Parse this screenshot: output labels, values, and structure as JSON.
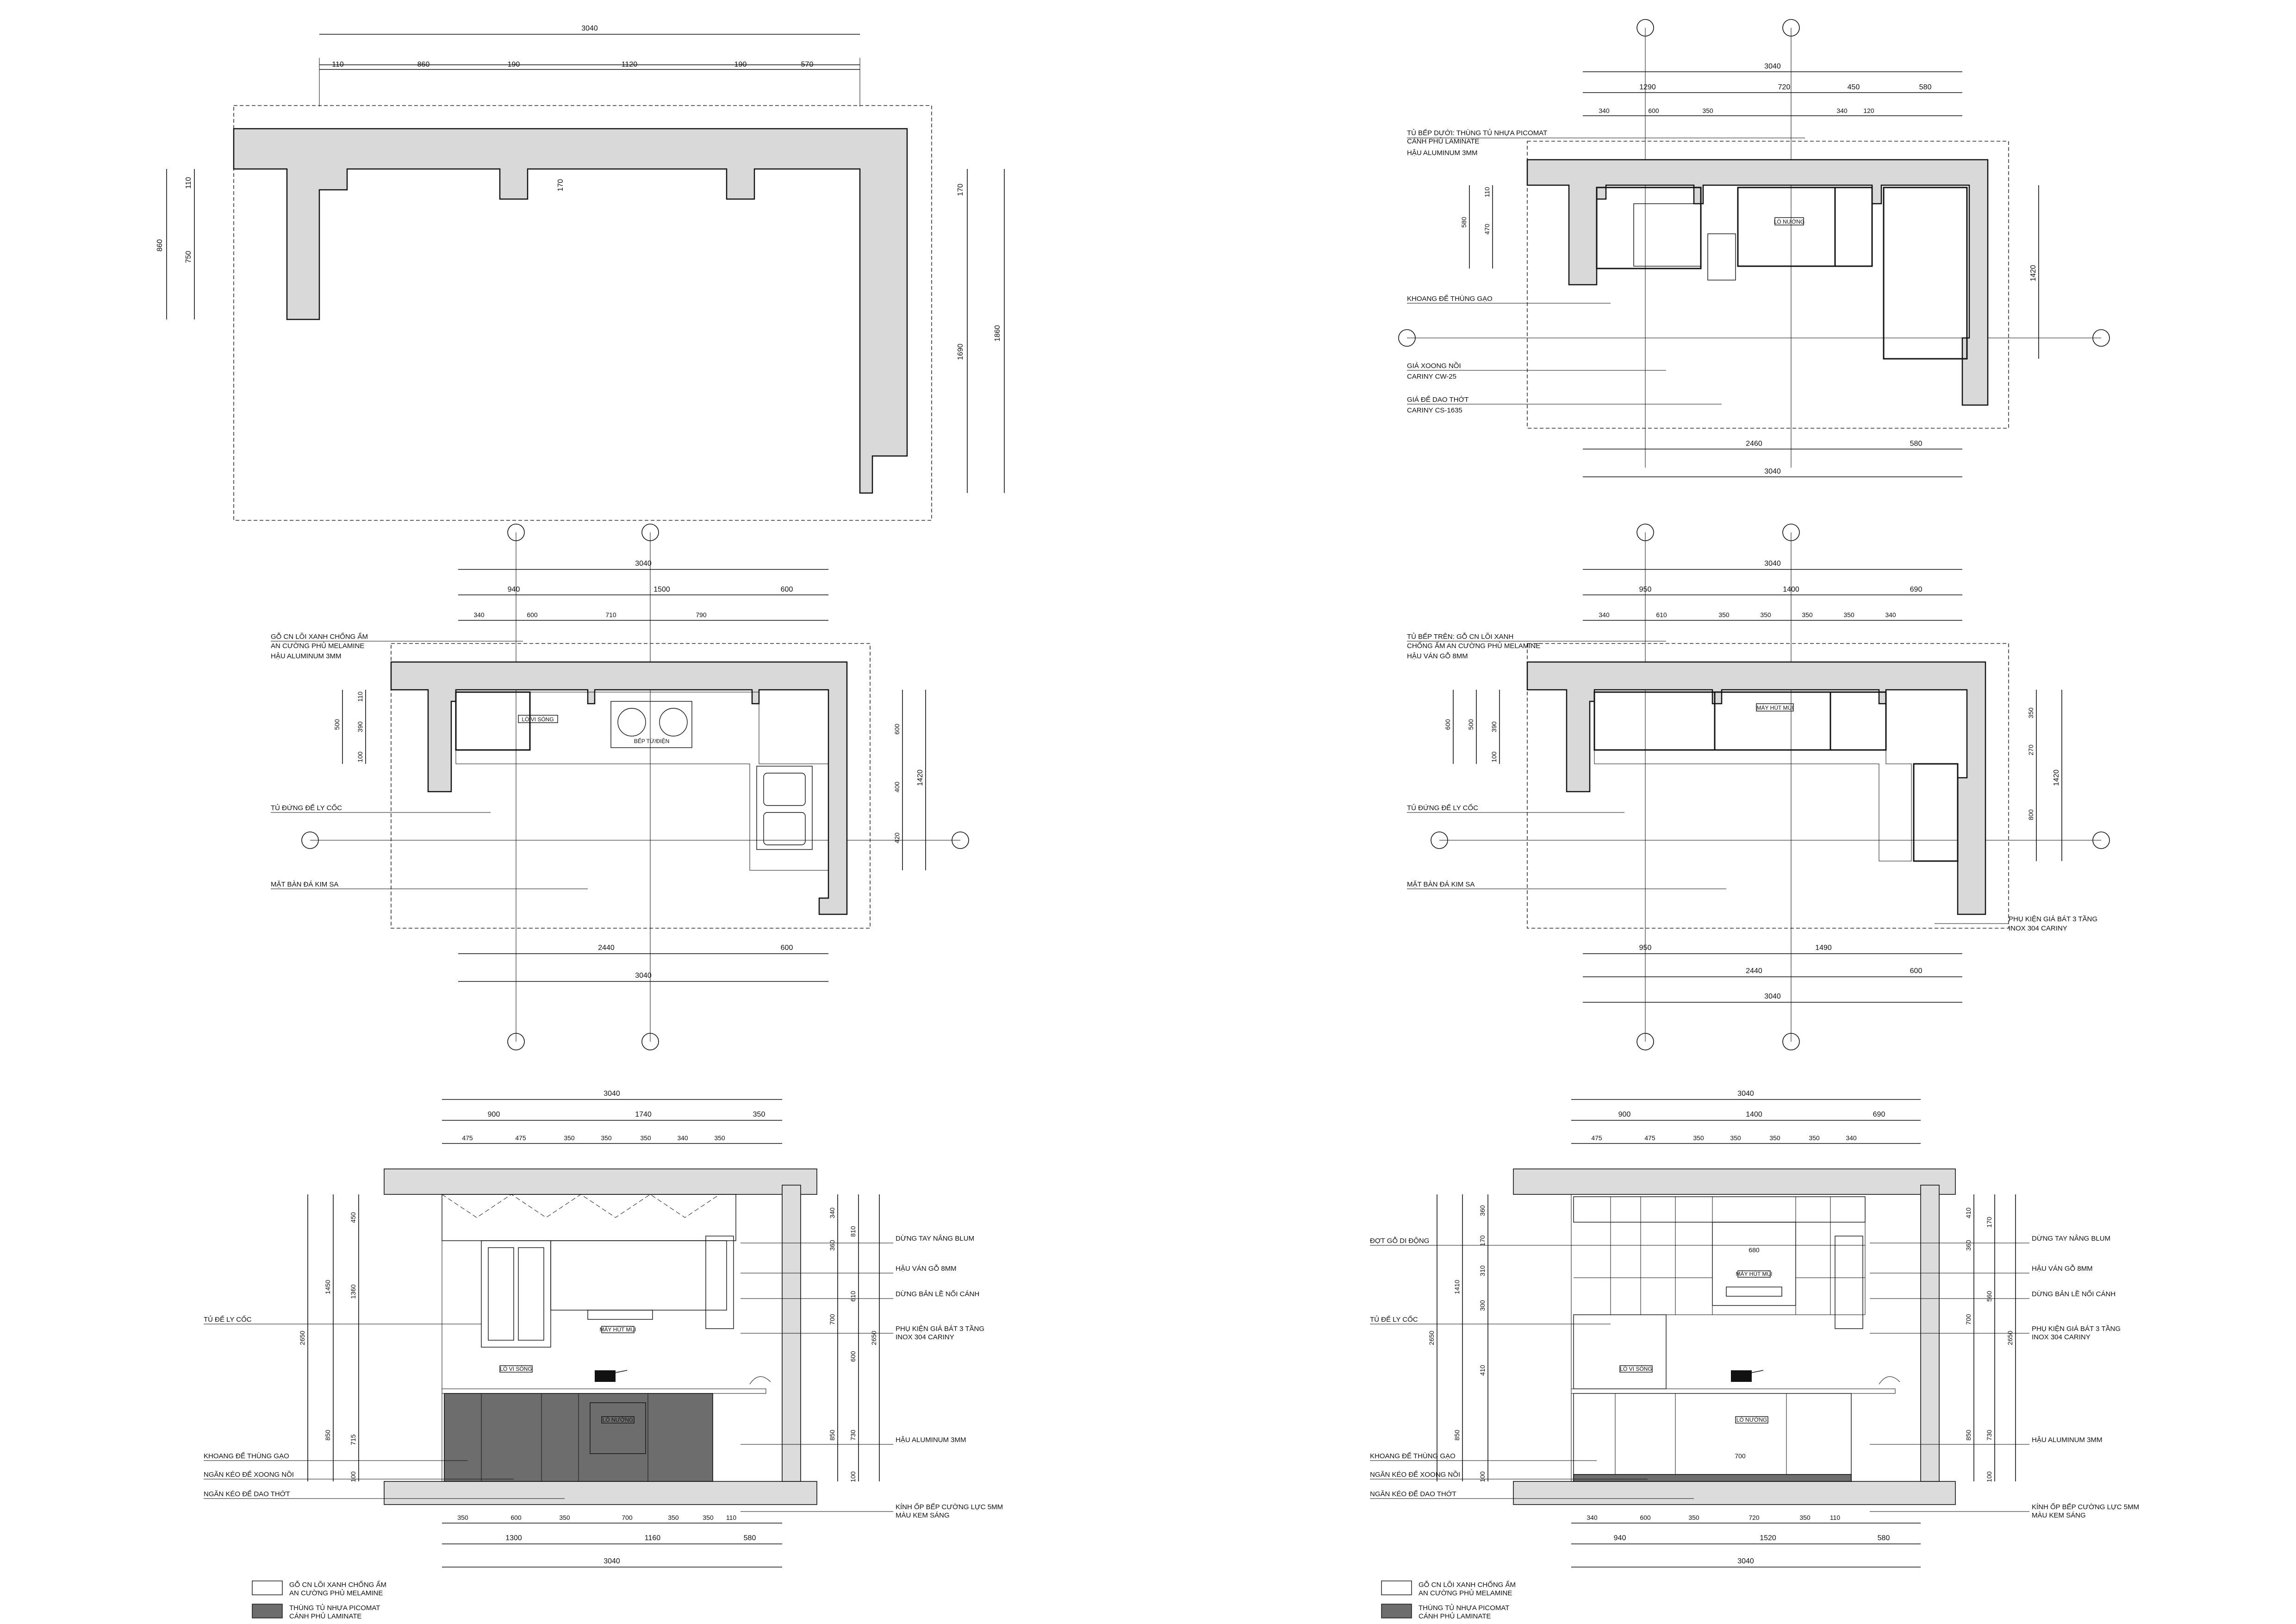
{
  "plan_wall": {
    "top_total": "3040",
    "top_segments": [
      "110",
      "860",
      "190",
      "1120",
      "190",
      "570"
    ],
    "left_dims": [
      "860",
      "110",
      "750"
    ],
    "notch_dim": "170",
    "right_dims": [
      "170",
      "1690",
      "1860"
    ]
  },
  "plan_lower": {
    "top_total": "3040",
    "top_mid": [
      "1290",
      "720",
      "450",
      "580"
    ],
    "top_small": [
      "340",
      "600",
      "350",
      "340",
      "120"
    ],
    "left_dims": [
      "580",
      "110",
      "470"
    ],
    "right_dim": "1420",
    "bottom_mid": [
      "2460",
      "580"
    ],
    "bottom_total": "3040",
    "labels": {
      "cabinet": "TỦ BẾP DƯỚI: THÙNG TỦ NHỰA PICOMAT",
      "cabinet_2": "CÁNH PHỦ LAMINATE",
      "back": "HẬU ALUMINUM 3MM",
      "rice": "KHOANG ĐỂ THÙNG GẠO",
      "pot": "GIÁ XOONG NỒI",
      "pot_2": "CARINY CW-25",
      "knife": "GIÁ ĐỂ DAO THỚT",
      "knife_2": "CARINY CS-1635",
      "oven": "LÒ NƯỚNG"
    }
  },
  "plan_counter": {
    "top_total": "3040",
    "top_mid": [
      "940",
      "1500",
      "600"
    ],
    "top_small": [
      "340",
      "600",
      "710",
      "790"
    ],
    "left_dims": [
      "500",
      "110",
      "390",
      "100"
    ],
    "right_dims": [
      "600",
      "400",
      "420",
      "1420"
    ],
    "bottom_mid": [
      "2440",
      "600"
    ],
    "bottom_total": "3040",
    "labels": {
      "upper": "GỖ CN LÕI XANH CHỐNG ẨM",
      "upper_2": "AN CƯỜNG PHỦ MELAMINE",
      "back": "HẬU ALUMINUM 3MM",
      "cup": "TỦ ĐỨNG ĐỂ LY CỐC",
      "stone": "MẶT BÀN ĐÁ KIM SA",
      "micro": "LÒ VI SÓNG",
      "hob": "BẾP TỪ/ĐIỆN"
    }
  },
  "plan_upper": {
    "top_total": "3040",
    "top_mid": [
      "950",
      "1400",
      "690"
    ],
    "top_small": [
      "340",
      "610",
      "350",
      "350",
      "350",
      "350",
      "340"
    ],
    "left_dims": [
      "600",
      "500",
      "390",
      "100"
    ],
    "right_dims": [
      "350",
      "270",
      "800",
      "1420"
    ],
    "bottom_mid": [
      "950",
      "1490"
    ],
    "bottom_2": [
      "2440",
      "600"
    ],
    "bottom_total": "3040",
    "labels": {
      "upper": "TỦ BẾP TRÊN: GỖ CN LÕI XANH",
      "upper_2": "CHỐNG ẨM AN CƯỜNG PHỦ MELAMINE",
      "back": "HẬU VÁN GỖ 8MM",
      "cup": "TỦ ĐỨNG ĐỂ LY CỐC",
      "stone": "MẶT BÀN ĐÁ KIM SA",
      "rack": "PHỤ KIỆN GIÁ BÁT 3 TẦNG",
      "rack_2": "INOX 304 CARINY",
      "hood": "MÁY HÚT MÙI"
    }
  },
  "elev_left": {
    "top_total": "3040",
    "top_mid": [
      "900",
      "1740",
      "350"
    ],
    "top_small": [
      "475",
      "475",
      "350",
      "350",
      "350",
      "340",
      "350"
    ],
    "left_outer": "2650",
    "left_mid": [
      "1450",
      "850"
    ],
    "left_small": [
      "450",
      "1360",
      "715",
      "100"
    ],
    "right_a": [
      "340",
      "360",
      "700",
      "850"
    ],
    "right_b": [
      "810",
      "610",
      "600",
      "730",
      "100"
    ],
    "right_c": "2650",
    "bottom_a": [
      "350",
      "600",
      "350",
      "700",
      "350",
      "350",
      "110"
    ],
    "bottom_b": [
      "1300",
      "1160",
      "580"
    ],
    "bottom_total": "3040",
    "labels": {
      "cup": "TỦ ĐỂ LY CỐC",
      "rice": "KHOANG ĐỂ THÙNG GẠO",
      "drawer": "NGĂN KÉO ĐỂ XOONG NỒI",
      "knife": "NGĂN KÉO ĐỂ DAO THỚT",
      "lift": "DỪNG TAY NÂNG BLUM",
      "back": "HẬU VÁN GỖ 8MM",
      "hinge": "DỪNG BẢN LỀ NỐI CÁNH",
      "rack": "PHỤ KIỆN GIÁ BÁT 3 TẦNG",
      "rack_2": "INOX 304 CARINY",
      "alu": "HẬU ALUMINUM 3MM",
      "glass": "KÍNH ỐP BẾP CƯỜNG LỰC 5MM",
      "glass_2": "MÀU KEM SÁNG",
      "hood": "MÁY HÚT MÙI",
      "micro": "LÒ VI SÓNG",
      "oven": "LÒ NƯỚNG"
    }
  },
  "elev_right": {
    "top_total": "3040",
    "top_mid": [
      "900",
      "1400",
      "690"
    ],
    "top_small": [
      "475",
      "475",
      "350",
      "350",
      "350",
      "350",
      "340"
    ],
    "left_outer": "2650",
    "left_mid": [
      "1410",
      "850"
    ],
    "left_small": [
      "360",
      "170",
      "310",
      "300",
      "410",
      "100"
    ],
    "right_a": [
      "410",
      "360",
      "700",
      "850"
    ],
    "right_b": [
      "170",
      "560",
      "730",
      "100"
    ],
    "right_c": "2650",
    "bottom_a": [
      "340",
      "600",
      "350",
      "720",
      "350",
      "110"
    ],
    "bottom_b": [
      "940",
      "1520",
      "580"
    ],
    "bottom_total": "3040",
    "inner_dims": [
      "680",
      "700"
    ],
    "labels": {
      "spot": "ĐỢT GỖ DI ĐỘNG",
      "cup": "TỦ ĐỂ LY CỐC",
      "rice": "KHOANG ĐỂ THÙNG GẠO",
      "drawer": "NGĂN KÉO ĐỂ XOONG NỒI",
      "knife": "NGĂN KÉO ĐỂ DAO THỚT",
      "lift": "DỪNG TAY NÂNG BLUM",
      "back": "HẬU VÁN GỖ 8MM",
      "hinge": "DỪNG BẢN LỀ NỐI CÁNH",
      "rack": "PHỤ KIỆN GIÁ BÁT 3 TẦNG",
      "rack_2": "INOX 304 CARINY",
      "alu": "HẬU ALUMINUM 3MM",
      "glass": "KÍNH ỐP BẾP CƯỜNG LỰC 5MM",
      "glass_2": "MÀU KEM SÁNG",
      "hood": "MÁY HÚT MÙI",
      "micro": "LÒ VI SÓNG",
      "oven": "LÒ NƯỚNG"
    }
  },
  "legend": {
    "white_1": "GỖ CN LÕI XANH CHỐNG ẨM",
    "white_2": "AN CƯỜNG PHỦ MELAMINE",
    "grey_1": "THÙNG TỦ NHỰA PICOMAT",
    "grey_2": "CÁNH PHỦ LAMINATE"
  },
  "colors": {
    "wall": "#d9d9d9",
    "dark_cabinet": "#6d6d6d",
    "line": "#111111"
  }
}
